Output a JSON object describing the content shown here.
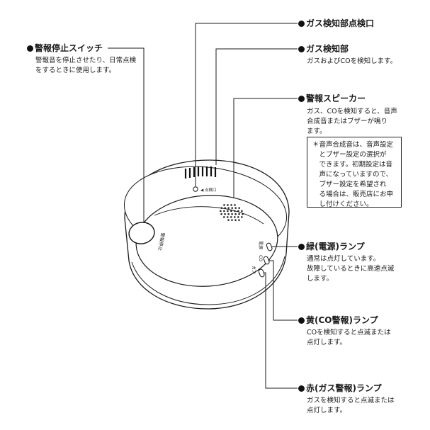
{
  "labels": {
    "check_port": {
      "title": "ガス検知部点検口"
    },
    "detector": {
      "title": "ガス検知部",
      "desc": "ガスおよびCOを検知します。"
    },
    "speaker": {
      "title": "警報スピーカー",
      "desc": "ガス、COを検知すると、音声\n合成音またはブザーが鳴り\nます。"
    },
    "stop_switch": {
      "title": "警報停止スイッチ",
      "desc": "警報音を停止させたり、日常点検\nをするときに使用します。"
    },
    "green_lamp": {
      "title": "緑(電源)ランプ",
      "desc": "通常は点灯しています。\n故障しているときに高速点滅\nします。"
    },
    "yellow_lamp": {
      "title": "黄(CO警報)ランプ",
      "desc": "COを検知すると点滅または\n点灯します。"
    },
    "red_lamp": {
      "title": "赤(ガス警報)ランプ",
      "desc": "ガスを検知すると点滅または\n点灯します。"
    }
  },
  "note": "＊音声合成音は、音声設定\n　とブザー設定の選択が\n　できます。初期設定は音\n　声になっていますので、\n　ブザー設定を希望され\n　る場合は、販売店にお申\n　し付けください。",
  "device_print": {
    "check_mark": "◀ 点検口",
    "switch_label": "警報停止",
    "lamp_power": "電源",
    "lamp_co": "CO",
    "lamp_gas": "ガス"
  }
}
